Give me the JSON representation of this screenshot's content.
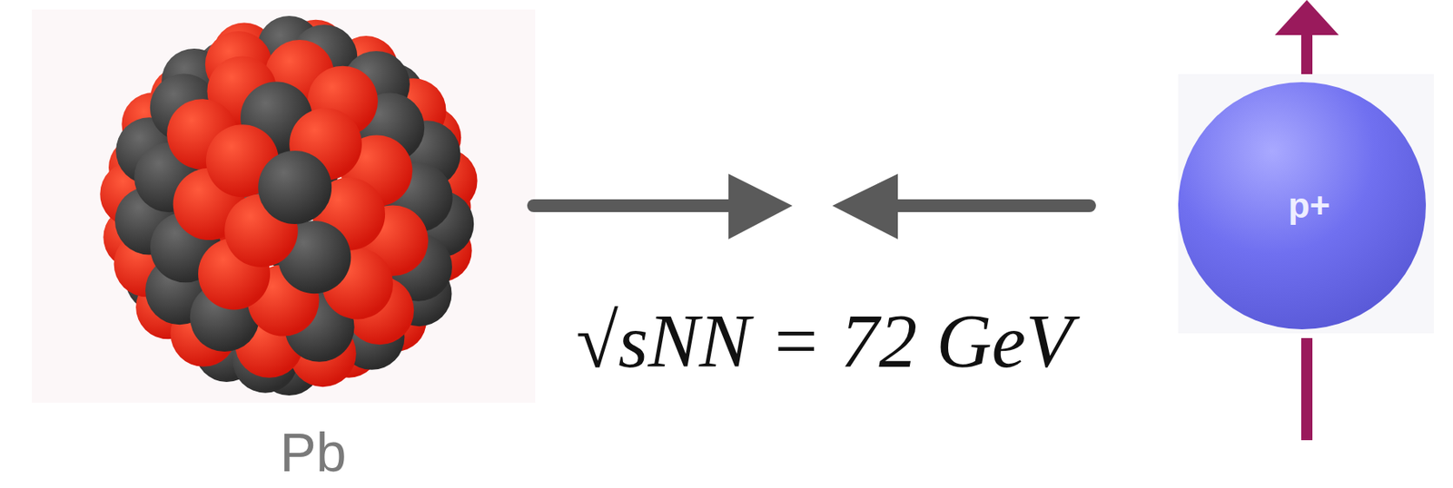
{
  "diagram": {
    "nodes": [
      {
        "text": [
          "Pb"
        ]
      },
      {
        "text": [
          "p+"
        ]
      }
    ],
    "labels": [
      "√sNN = 72 GeV"
    ]
  }
}
